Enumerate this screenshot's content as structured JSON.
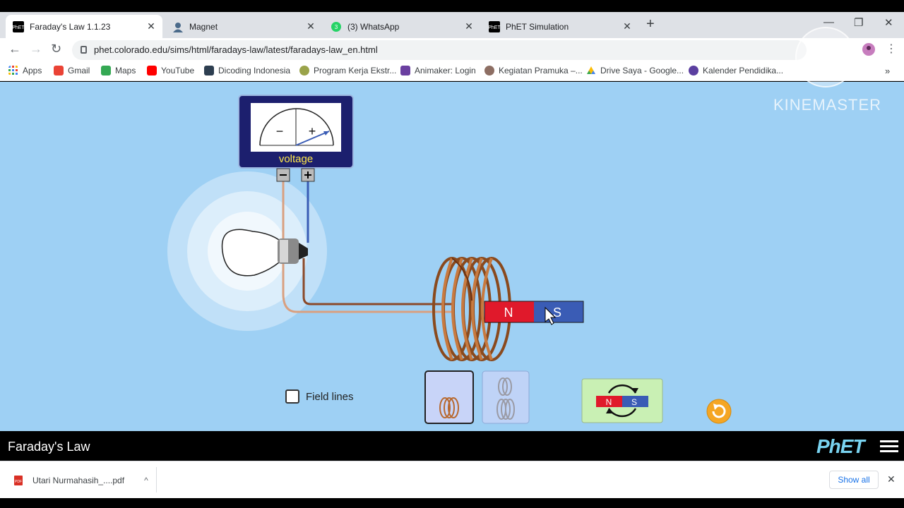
{
  "browser": {
    "tabs": [
      {
        "label": "Faraday's Law 1.1.23",
        "favicon": "phet-icon",
        "active": true
      },
      {
        "label": "Magnet",
        "favicon": "user-avatar-icon",
        "active": false
      },
      {
        "label": "(3) WhatsApp",
        "favicon": "whatsapp-icon",
        "active": false
      },
      {
        "label": "PhET Simulation",
        "favicon": "phet-icon",
        "active": false
      }
    ],
    "url": "phet.colorado.edu/sims/html/faradays-law/latest/faradays-law_en.html",
    "bookmarks": [
      {
        "label": "Apps",
        "color": "#4285f4"
      },
      {
        "label": "Gmail",
        "color": "#ea4335"
      },
      {
        "label": "Maps",
        "color": "#34a853"
      },
      {
        "label": "YouTube",
        "color": "#ff0000"
      },
      {
        "label": "Dicoding Indonesia",
        "color": "#2d3e50"
      },
      {
        "label": "Program Kerja Ekstr...",
        "color": "#9aa34a"
      },
      {
        "label": "Animaker: Login",
        "color": "#6a3fa0"
      },
      {
        "label": "Kegiatan Pramuka –...",
        "color": "#8d6e63"
      },
      {
        "label": "Drive Saya - Google...",
        "color": "#fbbc04"
      },
      {
        "label": "Kalender Pendidika...",
        "color": "#5b3fa0"
      }
    ]
  },
  "watermark": "KINEMASTER",
  "sim": {
    "voltmeter_label": "voltage",
    "voltmeter_minus": "−",
    "voltmeter_plus": "+",
    "magnet_north": "N",
    "magnet_south": "S",
    "field_lines_label": "Field lines",
    "field_lines_checked": false,
    "flip_north": "N",
    "flip_south": "S"
  },
  "navbar": {
    "title": "Faraday's Law",
    "logo": "PhET"
  },
  "downloads": {
    "file": "Utari Nurmahasih_....pdf",
    "show_all": "Show all"
  },
  "colors": {
    "sim_background": "#9ed0f4",
    "magnet_north": "#e0192b",
    "magnet_south": "#3a5cb5",
    "coil": "#b8682e",
    "voltmeter_body": "#1c1f6e"
  }
}
